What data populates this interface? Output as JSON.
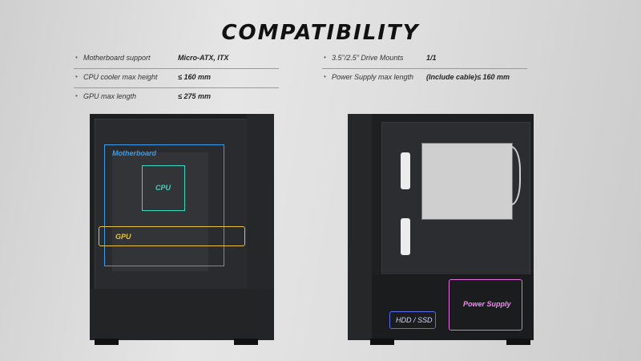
{
  "title": "COMPATIBILITY",
  "specs_left": [
    {
      "label": "Motherboard support",
      "value": "Micro-ATX, ITX"
    },
    {
      "label": "CPU cooler max height",
      "value": "≤ 160 mm"
    },
    {
      "label": "GPU max length",
      "value": "≤ 275 mm"
    }
  ],
  "specs_right": [
    {
      "label": "3.5\"/2.5\" Drive Mounts",
      "value": "1/1"
    },
    {
      "label": "Power Supply max length",
      "value": "(Include cable)≤ 160 mm"
    }
  ],
  "bullet": "•",
  "left_case": {
    "motherboard": "Motherboard",
    "cpu": "CPU",
    "gpu": "GPU"
  },
  "right_case": {
    "hdd": "HDD / SSD",
    "psu": "Power Supply"
  },
  "colors": {
    "motherboard": "#3a9be8",
    "cpu": "#38d8c0",
    "gpu": "#e8c341",
    "hdd": "#5c6cf0",
    "psu": "#e46de0"
  }
}
